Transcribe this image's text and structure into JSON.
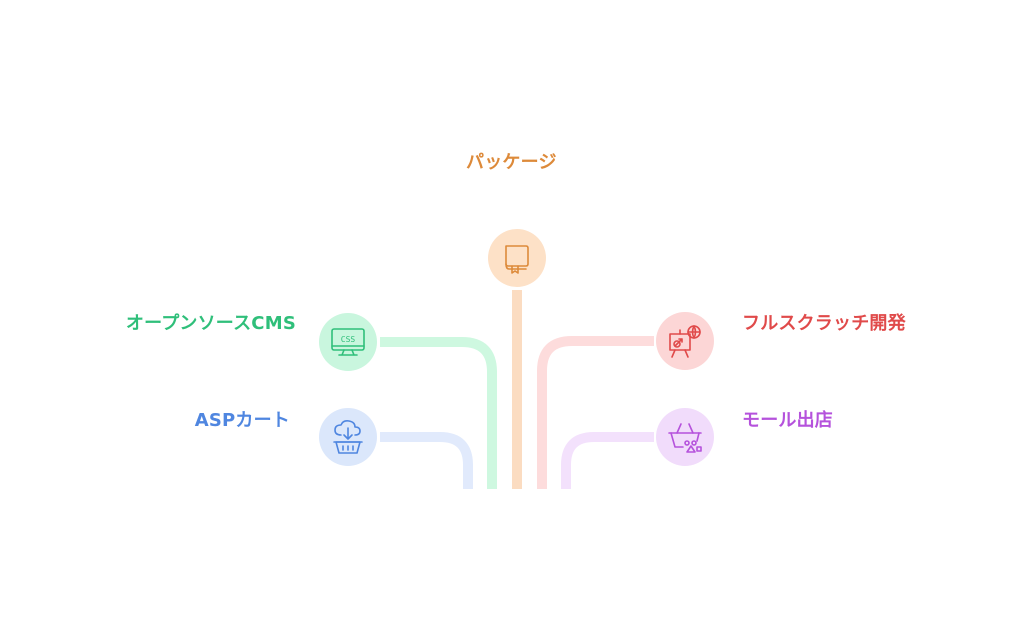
{
  "colors": {
    "package": "#dd8a3a",
    "package_soft": "#fde1c7",
    "package_line": "#fbdcc1",
    "cms": "#2fbf7a",
    "cms_soft": "#c9f6de",
    "cms_line": "#cef8e0",
    "asp": "#4f86e0",
    "asp_soft": "#dbe7fb",
    "asp_line": "#e1eafc",
    "scratch": "#e04a4a",
    "scratch_soft": "#fcd6d6",
    "scratch_line": "#fddcdc",
    "mall": "#b552dc",
    "mall_soft": "#f1dcfb",
    "mall_line": "#f3e1fc"
  },
  "nodes": {
    "package": {
      "label": "パッケージ",
      "icon": "book-icon"
    },
    "cms": {
      "label": "オープンソースCMS",
      "icon": "css-monitor-icon"
    },
    "asp": {
      "label": "ASPカート",
      "icon": "cloud-cart-icon"
    },
    "scratch": {
      "label": "フルスクラッチ開発",
      "icon": "easel-globe-icon"
    },
    "mall": {
      "label": "モール出店",
      "icon": "basket-shapes-icon"
    }
  }
}
